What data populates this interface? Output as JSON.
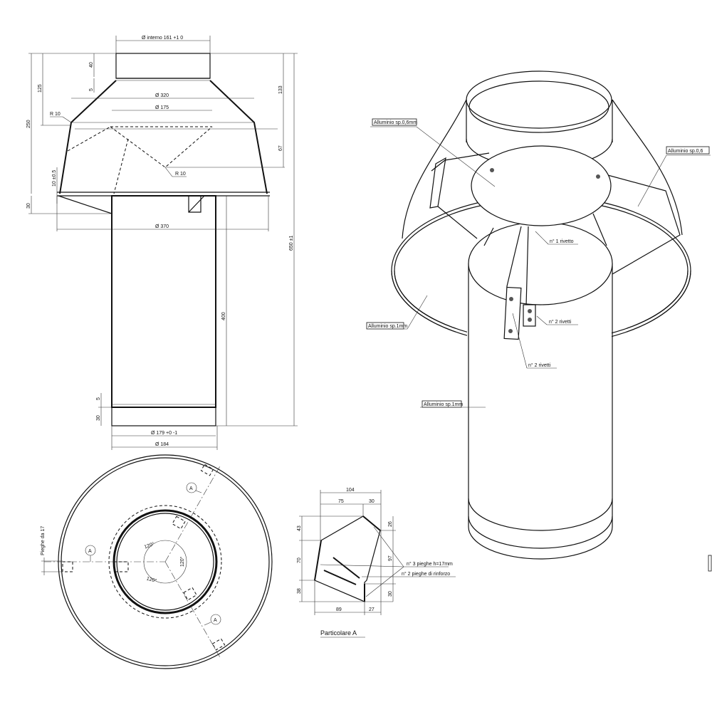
{
  "front_view": {
    "dim_top_diameter": "Ø  interno 161 +1 0",
    "dim_320": "Ø  320",
    "dim_175": "Ø  175",
    "dim_370": "Ø  370",
    "dim_179": "Ø  179 +0 -1",
    "dim_184": "Ø  184",
    "dim_250": "250",
    "dim_125": "125",
    "dim_40": "40",
    "dim_5_top": "5",
    "dim_10": "10 ±0.5",
    "dim_30_top": "30",
    "dim_133": "133",
    "dim_67": "67",
    "dim_650": "650 ±1",
    "dim_400": "400",
    "dim_5_bottom": "5",
    "dim_30_bottom": "30",
    "radius_1": "R 10",
    "radius_2": "R 10"
  },
  "bottom_view": {
    "fold_label": "Pieghe da 17",
    "detail_marker": "A",
    "angle": "120°"
  },
  "detail_a": {
    "title": "Particolare A",
    "dims": {
      "w104": "104",
      "w75": "75",
      "w30": "30",
      "h43": "43",
      "h70": "70",
      "h38": "38",
      "w89": "89",
      "w27": "27",
      "h26": "26",
      "h97": "97",
      "h30": "30"
    },
    "note_folds": "n° 3 pieghe h=17mm",
    "note_reinforce": "n° 2 pieghe di rinforzo"
  },
  "iso_view": {
    "label_disc": "Alluminio sp.0,6mm",
    "label_cone_right": "Alluminio sp.0,6",
    "label_rivet_1": "n° 1 rivetto",
    "label_rivets_2a": "n° 2 rivetti",
    "label_rivets_2b": "n° 2 rivetti",
    "label_cone": "Alluminio sp.1mm",
    "label_pipe": "Alluminio sp.1mm"
  }
}
